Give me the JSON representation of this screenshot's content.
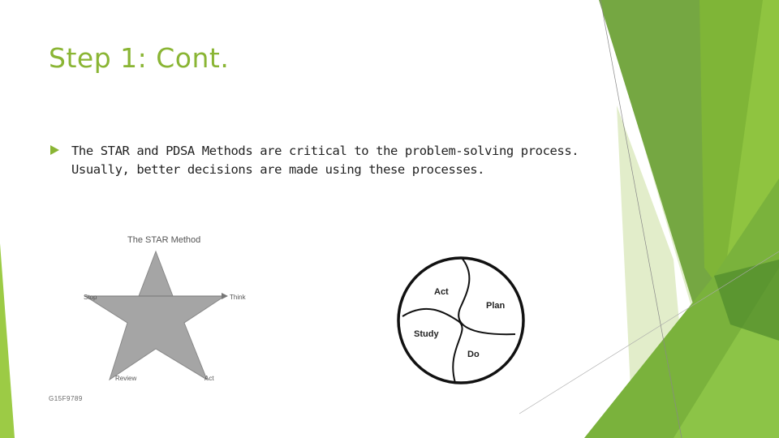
{
  "slide": {
    "title": "Step 1: Cont.",
    "bullet": "The STAR and PDSA Methods are critical to the problem-solving process. Usually, better decisions are made using these processes.",
    "footer_id": "G15F9789"
  },
  "star_figure": {
    "title": "The STAR Method",
    "labels": {
      "stop": "Stop",
      "think": "Think",
      "review": "Review",
      "act": "Act"
    }
  },
  "pdsa_figure": {
    "labels": {
      "act": "Act",
      "plan": "Plan",
      "study": "Study",
      "do": "Do"
    }
  },
  "colors": {
    "accent": "#8ab534",
    "green_dark": "#4f8a2b",
    "green_mid": "#6fa23a",
    "green_light": "#9ccb45",
    "green_pale": "#dbe9bd",
    "star_fill": "#a5a5a5"
  }
}
